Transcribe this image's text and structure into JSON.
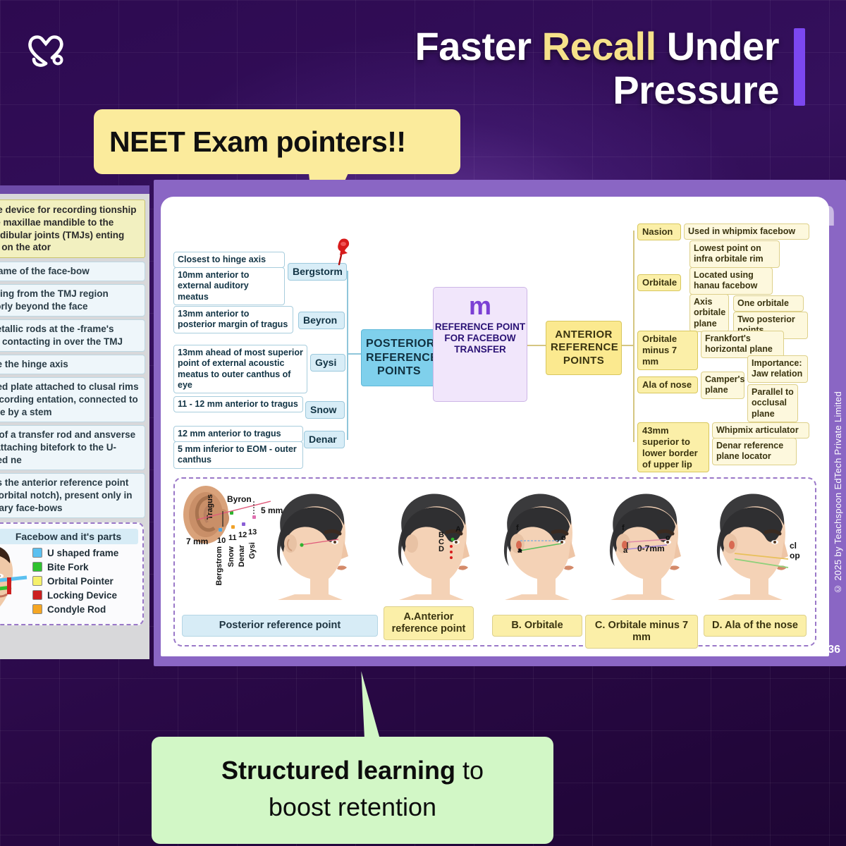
{
  "header": {
    "logo_icon": "heart-stethoscope-logo",
    "title_part1": "Faster ",
    "title_accent": "Recall",
    "title_part2": " Under",
    "title_line2": "Pressure"
  },
  "callouts": {
    "top": "NEET Exam pointers!!",
    "bottom_bold": "Structured learning",
    "bottom_rest": " to",
    "bottom_line2": "boost retention"
  },
  "book": {
    "copyright": "© 2025 by Teachspoon EdTech Private Limited",
    "page_number": "36",
    "watermark": "m"
  },
  "left_page": {
    "note": "er-like device for recording tionship of the maxillae mandible to the omandibular joints (TMJs) enting casts on the ator",
    "cards": [
      "ain frame of the  face-bow",
      "xtending from the TMJ region nteriorly beyond the face",
      "all metallic rods at the -frame's ends, contacting in over the TMJ",
      "locate the hinge axis",
      "shaped plate attached to clusal rims for recording entation, connected to the me by a stem",
      "sists of a transfer rod and ansverse rod, attaching bitefork to the U-shaped ne",
      "Marks the anterior reference point (infraorbital notch), present only in arbitrary face-bows"
    ],
    "legend_title": "Facebow and it's parts",
    "legend": [
      {
        "label": "U shaped frame",
        "color": "#5bc0f0"
      },
      {
        "label": "Bite Fork",
        "color": "#2fc22f"
      },
      {
        "label": "Orbital Pointer",
        "color": "#f5f06a"
      },
      {
        "label": "Locking Device",
        "color": "#cc1f1f"
      },
      {
        "label": "Condyle Rod",
        "color": "#f5a623"
      }
    ]
  },
  "mindmap": {
    "center": {
      "logo": "m",
      "label": "REFERENCE POINT FOR FACEBOW TRANSFER"
    },
    "hub_left": "POSTERIOR REFERENCE POINTS",
    "hub_right": "ANTERIOR REFERENCE POINTS",
    "pin_icon": "red-pushpin-icon",
    "posterior": [
      {
        "name": "Bergstorm",
        "details": [
          "Closest to hinge axis",
          "10mm anterior to external auditory meatus"
        ]
      },
      {
        "name": "Beyron",
        "details": [
          "13mm anterior to posterior margin of tragus"
        ]
      },
      {
        "name": "Gysi",
        "details": [
          "13mm ahead of most superior point of external acoustic meatus to outer canthus of eye"
        ]
      },
      {
        "name": "Snow",
        "details": [
          "11 - 12 mm anterior to tragus"
        ]
      },
      {
        "name": "Denar",
        "details": [
          "12 mm anterior to tragus",
          "5 mm inferior to EOM - outer canthus"
        ]
      }
    ],
    "anterior": [
      {
        "name": "Nasion",
        "children": [
          {
            "text": "Used in whipmix facebow"
          }
        ]
      },
      {
        "name": "Orbitale",
        "children": [
          {
            "text": "Lowest point on infra orbitale rim"
          },
          {
            "text": "Located using hanau facebow"
          },
          {
            "text": "Axis orbitale plane",
            "sub": [
              "One orbitale",
              "Two posterior points"
            ]
          }
        ]
      },
      {
        "name": "Orbitale minus 7 mm",
        "children": [
          {
            "text": "Frankfort's horizontal plane"
          }
        ]
      },
      {
        "name": "Ala of nose",
        "children": [
          {
            "text": "Camper's plane",
            "sub": [
              "Importance: Jaw relation",
              "Parallel to occlusal plane"
            ]
          }
        ]
      },
      {
        "name": "43mm superior to lower border of upper lip",
        "children": [
          {
            "text": "Whipmix articulator"
          },
          {
            "text": "Denar reference plane locator"
          }
        ]
      }
    ]
  },
  "illustration": {
    "ear_labels": {
      "tragus": "Tragus",
      "byron": "Byron",
      "mm7": "7 mm",
      "mm5": "5 mm",
      "n10": "10",
      "n11": "11",
      "n12": "12",
      "n13": "13",
      "bergstrom": "Bergstrom",
      "snow": "Snow",
      "denar": "Denar",
      "gysi": "Gysi"
    },
    "figure_marks": {
      "fig2": [
        "A",
        "B",
        "C",
        "D"
      ],
      "fig3": [
        "f",
        "a",
        "o"
      ],
      "fig4": [
        "f",
        "a",
        "o",
        "0-7mm"
      ],
      "fig5": [
        "cl",
        "op"
      ]
    },
    "captions": [
      {
        "text": "Posterior reference point",
        "style": "blue"
      },
      {
        "text": "A.Anterior reference point",
        "style": "yellow"
      },
      {
        "text": "B. Orbitale",
        "style": "yellow"
      },
      {
        "text": "C. Orbitale minus 7 mm",
        "style": "yellow"
      },
      {
        "text": "D. Ala of the nose",
        "style": "yellow"
      }
    ]
  },
  "colors": {
    "bg_purple": "#2d0a50",
    "accent_yellow": "#f6e18a",
    "callout_yellow": "#fbeb9c",
    "callout_green": "#d2f7c6",
    "frame_purple": "#8a66c4",
    "hub_blue": "#7fd0ec",
    "hub_yellow": "#fbe98f",
    "bar_violet": "#7c47f0"
  }
}
